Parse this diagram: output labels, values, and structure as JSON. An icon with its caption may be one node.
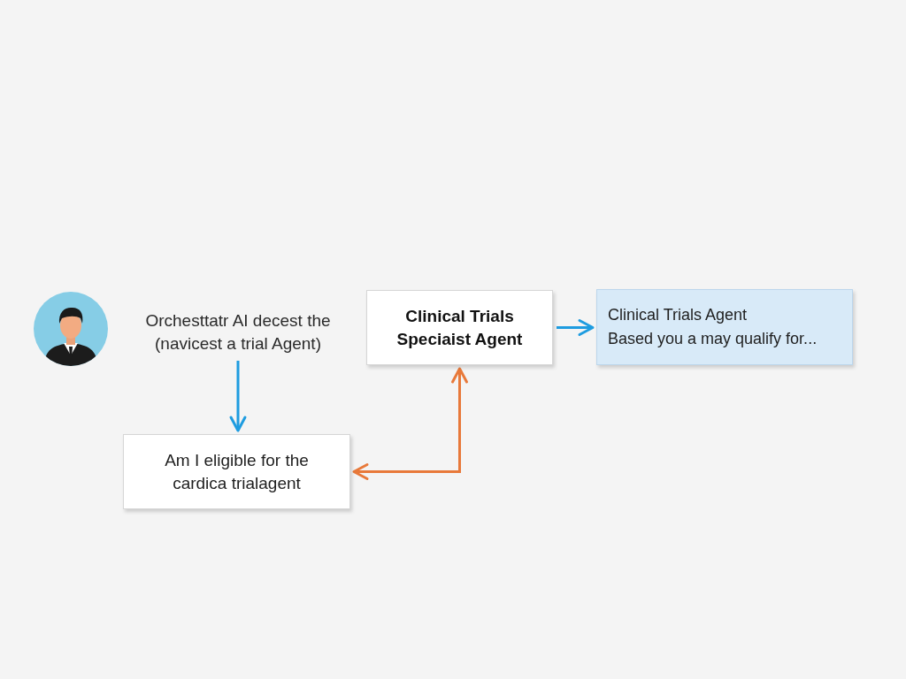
{
  "diagram": {
    "nodes": [
      {
        "text": [
          "Orchesttatr AI decest the (navicest a trial Agent)"
        ]
      },
      {
        "text": [
          "Am I eligible for the cardica trialagent"
        ]
      },
      {
        "text": [
          "Clinical Trials Speciaist Agent"
        ]
      },
      {
        "text": [
          "Clinical Trials Agent",
          "Based you a may qualify for..."
        ]
      }
    ],
    "edges": [
      {
        "from": 0,
        "to": 1,
        "arrow": "to"
      },
      {
        "from": 1,
        "to": 2,
        "arrow": "both",
        "color": "#e8793a"
      },
      {
        "from": 2,
        "to": 3,
        "arrow": "to"
      }
    ]
  }
}
